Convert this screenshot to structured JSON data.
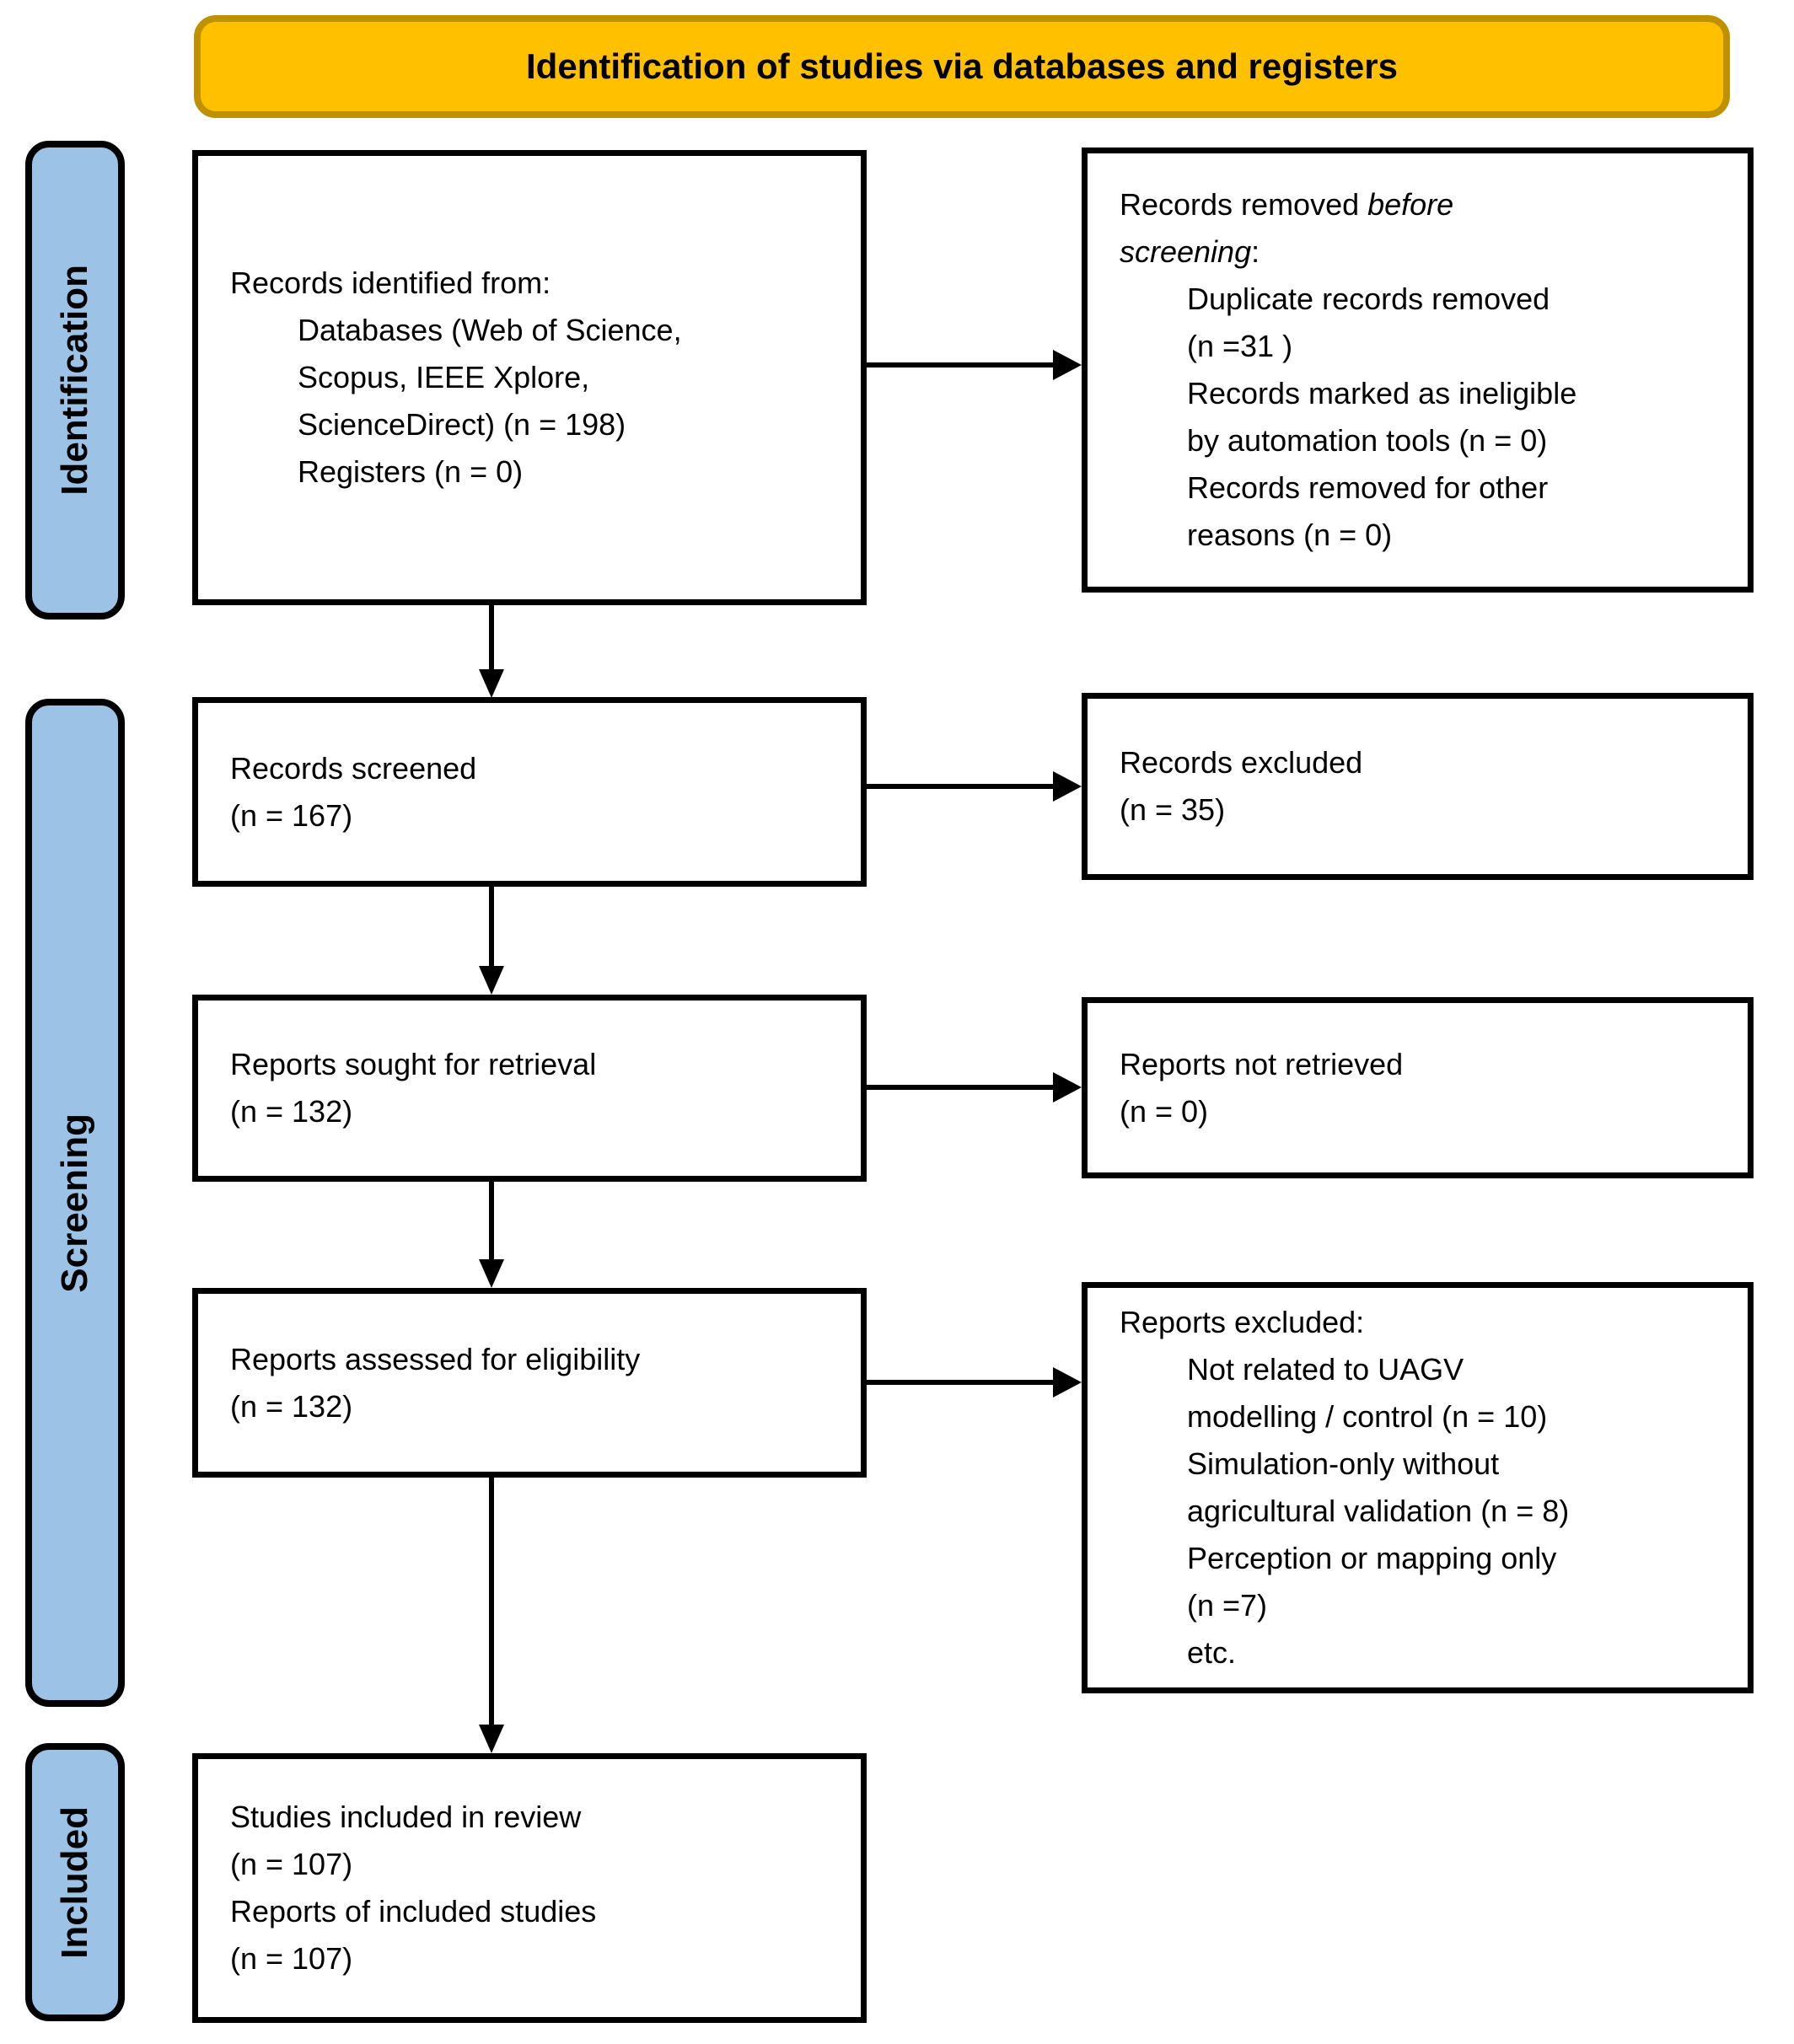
{
  "header": {
    "title": "Identification of studies via databases and registers"
  },
  "colors": {
    "header_fill": "#FFC000",
    "header_border": "#BF9000",
    "stage_fill": "#9CC3E6",
    "box_border": "#000000",
    "arrow": "#000000"
  },
  "stages": {
    "identification": "Identification",
    "screening": "Screening",
    "included": "Included"
  },
  "boxes": {
    "records_identified": {
      "title": "Records identified from:",
      "items": [
        "Databases (Web of Science,",
        "Scopus, IEEE Xplore,",
        "ScienceDirect) (n = 198)",
        "Registers (n = 0)"
      ]
    },
    "records_removed": {
      "title_run1": "Records removed ",
      "title_run2_italic": "before",
      "title_run3_italic": "screening",
      "title_run4": ":",
      "items": [
        "Duplicate records removed",
        "(n =31 )",
        "Records marked as ineligible",
        "by automation tools (n = 0)",
        "Records removed for other",
        "reasons (n = 0)"
      ]
    },
    "records_screened": {
      "line1": "Records screened",
      "line2": "(n = 167)"
    },
    "records_excluded": {
      "line1": "Records excluded",
      "line2": "(n = 35)"
    },
    "reports_sought": {
      "line1": "Reports sought for retrieval",
      "line2": "(n = 132)"
    },
    "reports_not_retrieved": {
      "line1": "Reports not retrieved",
      "line2": "(n = 0)"
    },
    "reports_assessed": {
      "line1": "Reports assessed for eligibility",
      "line2": "(n = 132)"
    },
    "reports_excluded": {
      "title": "Reports excluded:",
      "items": [
        "Not related to UAGV",
        "modelling / control (n = 10)",
        "Simulation-only without",
        "agricultural validation (n = 8)",
        "Perception or mapping only",
        "(n =7)",
        "etc."
      ]
    },
    "studies_included": {
      "line1": "Studies included in review",
      "line2": "(n = 107)",
      "line3": "Reports of included studies",
      "line4": "(n = 107)"
    }
  }
}
